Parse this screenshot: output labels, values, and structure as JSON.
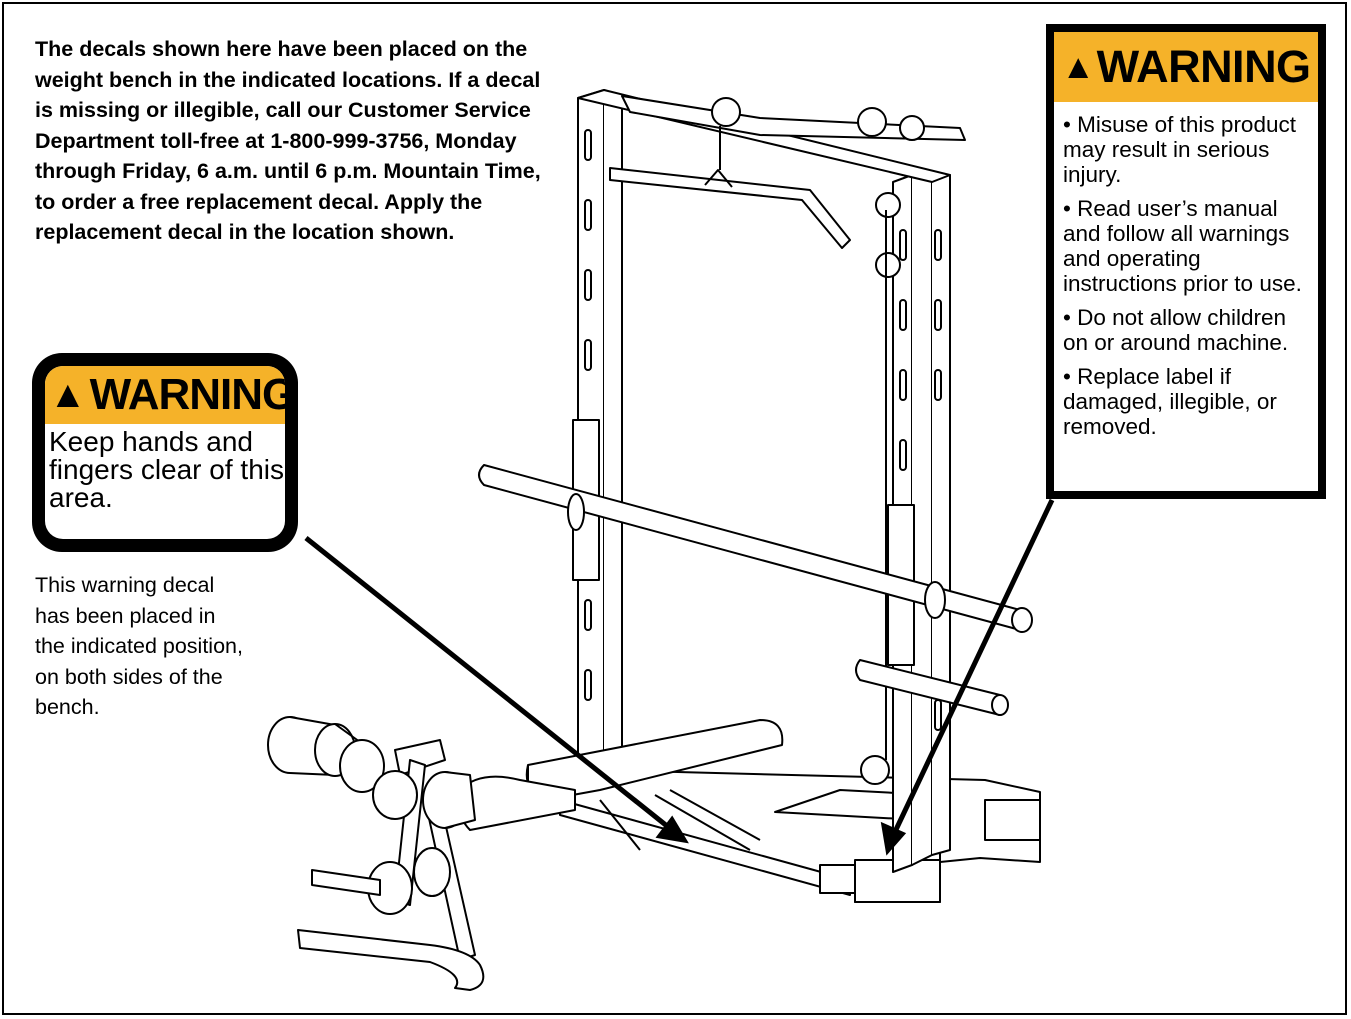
{
  "intro_text": "The decals shown here have been placed on the weight bench in the indicated locations. If a decal is missing or illegible, call our Customer Service Department toll-free at 1-800-999-3756, Monday through Friday, 6 a.m. until 6 p.m. Mountain Time, to order a free replacement decal. Apply the replacement decal in the location shown.",
  "hand_decal": {
    "icon": "warning-triangle-icon",
    "title": "WARNING",
    "text": "Keep hands and fingers clear of this area.",
    "color": "#f5b229"
  },
  "hand_decal_note": "This warning decal has been placed in the indicated position, on both sides of the bench.",
  "main_decal": {
    "icon": "warning-triangle-icon",
    "title": "WARNING",
    "items": [
      "• Misuse of this product may result in serious injury.",
      "• Read user’s manual and follow all warnings and operating instructions prior to use.",
      "• Do not allow children on or around machine.",
      "• Replace label if damaged, illegible, or removed."
    ],
    "color": "#f5b229"
  }
}
